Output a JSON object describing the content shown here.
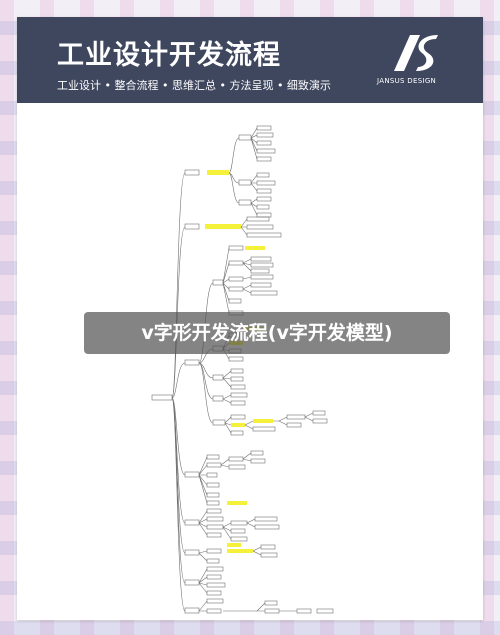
{
  "header": {
    "title": "工业设计开发流程",
    "subtitle": "工业设计 • 整合流程 • 思维汇总 • 方法呈现 • 细致演示",
    "logo_text": "JANSUS DESIGN"
  },
  "banner": {
    "text": "v字形开发流程(v字开发模型)"
  },
  "colors": {
    "header_bg": "#3e475e",
    "highlight": "#f5f03a",
    "banner_bg": "rgba(80,80,80,0.70)"
  }
}
